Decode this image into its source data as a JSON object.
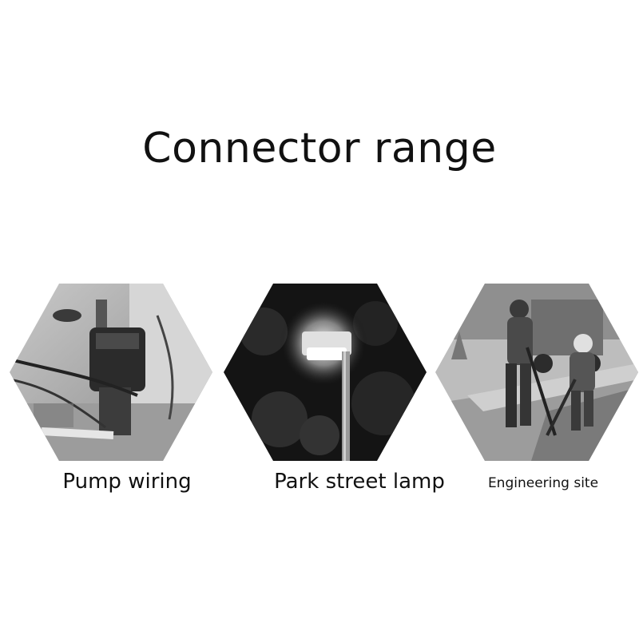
{
  "title": "Connector range",
  "items": [
    {
      "label": "Pump wiring",
      "photo": "pump-photo"
    },
    {
      "label": "Park street lamp",
      "photo": "street-lamp-photo"
    },
    {
      "label": "Engineering site",
      "photo": "construction-workers-photo"
    }
  ],
  "colors": {
    "background": "#ffffff",
    "text": "#111111"
  }
}
